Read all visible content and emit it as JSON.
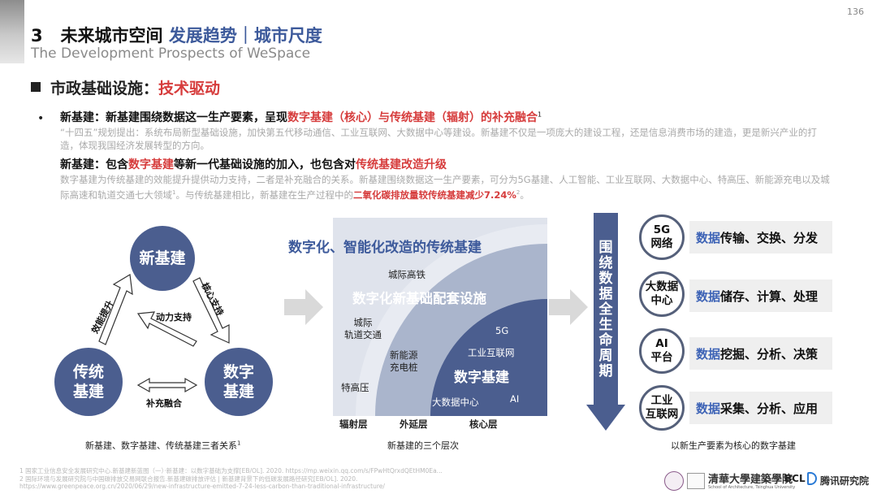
{
  "page_number": "136",
  "header": {
    "title_prefix": "3   未来城市空间 ",
    "title_accent": "发展趋势｜城市尺度",
    "subtitle": "The Development Prospects of WeSpace"
  },
  "section": {
    "label": "市政基础设施：",
    "label_accent": "技术驱动"
  },
  "bullet": "•",
  "point1": {
    "lead": "新基建：新基建围绕数据这一生产要素，呈现",
    "accent": "数字基建（核心）与传统基建（辐射）的补充融合",
    "sup": "1",
    "detail": "“十四五”规划提出：系统布局新型基础设施，加快第五代移动通信、工业互联网、大数据中心等建设。新基建不仅是一项庞大的建设工程，还是信息消费市场的建造，更是新兴产业的打造，体现我国经济发展转型的方向。"
  },
  "point2": {
    "lead1": "新基建：包含",
    "accent1": "数字基建",
    "lead2": "等新一代基础设施的加入，也包含对",
    "accent2": "传统基建改造升级",
    "detail_a": "数字基建为传统基建的效能提升提供动力支持，二者是补充融合的关系。新基建围绕数据这一生产要素，可分为5G基建、人工智能、工业互联网、大数据中心、特高压、新能源充电以及城际高速和轨道交通七大领域",
    "detail_sup1": "1",
    "detail_b": "。与传统基建相比，新基建在生产过程中的",
    "detail_accent": "二氧化碳排放量较传统基建减少7.24%",
    "detail_sup2": "2",
    "detail_end": "。"
  },
  "diagram1": {
    "top": "新基建",
    "left": "传统\n基建",
    "right": "数字\n基建",
    "label_efficiency": "效能提升",
    "label_core_support": "核心支持",
    "label_power_support": "动力支持",
    "label_complement": "补充融合",
    "caption": "新基建、数字基建、传统基建三者关系",
    "caption_sup": "1"
  },
  "diagram2": {
    "outer_title": "数字化、智能化改造的传统基建",
    "middle_title": "数字化新基础配套设施",
    "inner_title": "数字基建",
    "intercity_rail": "城际高铁",
    "rail_transit": "城际\n轨道交通",
    "ev_charging": "新能源\n充电桩",
    "uhv": "特高压",
    "g5": "5G",
    "iiot": "工业互联网",
    "bigdata": "大数据中心",
    "ai": "AI",
    "layer_radiation": "辐射层",
    "layer_extension": "外延层",
    "layer_core": "核心层",
    "caption": "新基建的三个层次"
  },
  "diagram3": {
    "arrow_text": "围绕数据全生命周期",
    "items": [
      {
        "circle": "5G\n网络",
        "prefix": "数据",
        "rest": "传输、交换、分发"
      },
      {
        "circle": "大数据\n中心",
        "prefix": "数据",
        "rest": "储存、计算、处理"
      },
      {
        "circle": "AI\n平台",
        "prefix": "数据",
        "rest": "挖掘、分析、决策"
      },
      {
        "circle": "工业\n互联网",
        "prefix": "数据",
        "rest": "采集、分析、应用"
      }
    ],
    "caption": "以新生产要素为核心的数字基建"
  },
  "footnotes": {
    "f1": "1   国家工业信息安全发展研究中心.新基建新蓝图（一）·新基建：以数字基础为支撑[EB/OL]. 2020. https://mp.weixin.qq.com/s/FPwHtQrxdQEtHM0Ea...",
    "f2": "2   国际环境与发展研究院与中国碳排放交易网联合报告.新基建碳排放评估 | 新基建背景下的低碳发展路径研究[EB/OL]. 2020.",
    "f3": "    https://www.greenpeace.org.cn/2020/06/29/new-infrastructure-emitted-7-24-less-carbon-than-traditional-infrastructure/"
  },
  "logos": {
    "tsinghua": "清華大學建築學院",
    "tsinghua_sub": "School of Architecture, Tsinghua University",
    "bcl": "BCL",
    "tencent": "腾讯研究院"
  },
  "colors": {
    "navy": "#4b5e8f",
    "accent_blue": "#3d5a9b",
    "red": "#d63c3c",
    "data_blue": "#3d63b6"
  }
}
